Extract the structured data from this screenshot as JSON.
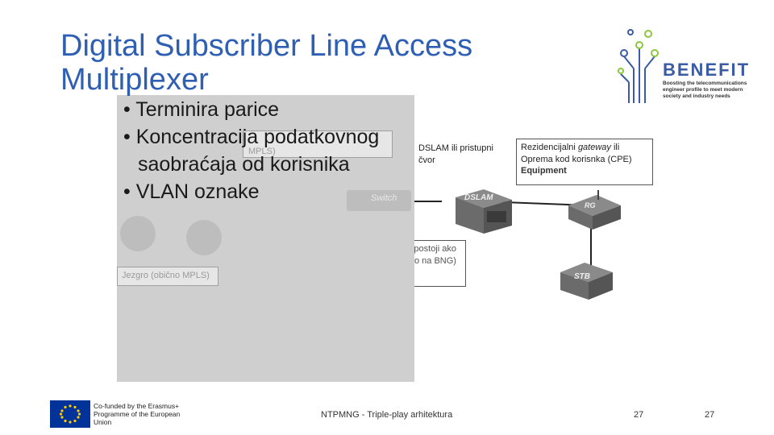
{
  "title": "Digital Subscriber Line Access Multiplexer",
  "bullets": [
    "Terminira parice",
    "Koncentracija podatkovnog saobraćaja od korisnika",
    "VLAN oznake"
  ],
  "diagram": {
    "dslam_label": "DSLAM ili pristupni čvor",
    "residential_label_1": "Rezidencijalni",
    "residential_label_em": "gateway",
    "residential_label_2": "ili Oprema kod korisnka (CPE)",
    "equipment_text": "Equipment",
    "aggregation_label": "Agregaciona mreža (ne postoji ako je DSLAM vezan direktno na BNG)",
    "core_label": "Jezgro (obično MPLS)",
    "faded_mpls": "MPLS)",
    "switch_text": "Switch",
    "dslam_device": "DSLAM",
    "rg_device": "RG",
    "stb_device": "STB"
  },
  "logo": {
    "name": "BENEFIT",
    "tagline": "Boosting the telecommunications engineer profile to meet modern society and industry needs"
  },
  "footer": {
    "eu_text": "Co-funded by the Erasmus+ Programme of the European Union",
    "center": "NTPMNG - Triple-play arhitektura",
    "page_num_1": "27",
    "page_num_2": "27"
  },
  "colors": {
    "title": "#2f5fb3",
    "eu_blue": "#003399",
    "eu_yellow": "#ffcc00",
    "logo_blue": "#3b5ba5",
    "logo_green": "#8cc63f"
  }
}
